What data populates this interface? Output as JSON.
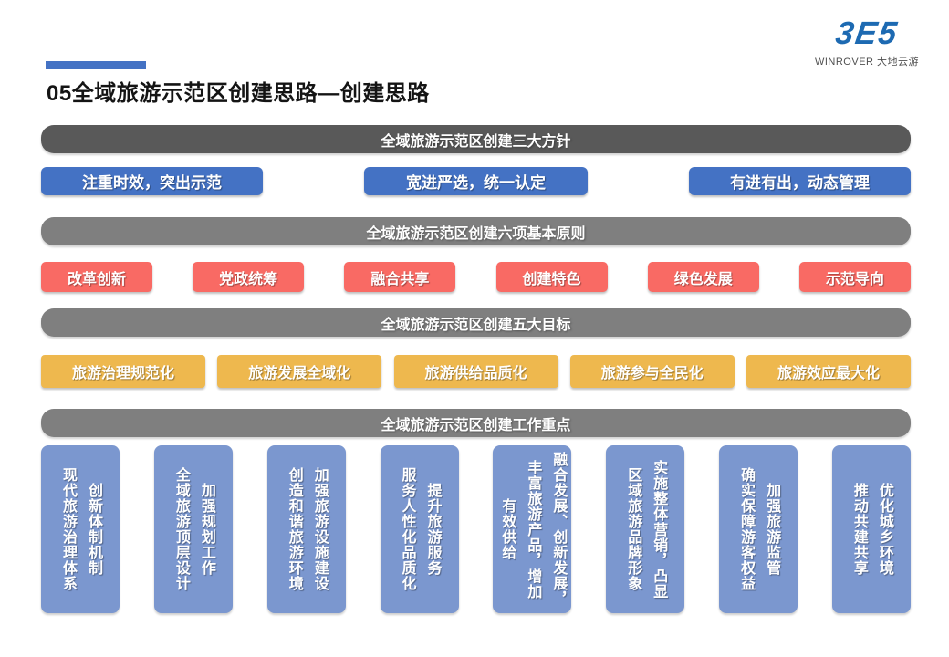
{
  "page": {
    "title": "05全域旅游示范区创建思路—创建思路"
  },
  "logo": {
    "mark": "3E5",
    "name": "WINROVER 大地云游"
  },
  "colors": {
    "accent_blue": "#4472c4",
    "banner_dark_gray": "#595959",
    "banner_gray": "#7f7f7f",
    "button_blue": "#4472c4",
    "button_red": "#f96a64",
    "button_yellow": "#eeb84e",
    "box_blue": "#7b97cf"
  },
  "sections": [
    {
      "banner": "全域旅游示范区创建三大方针",
      "items": [
        "注重时效，突出示范",
        "宽进严选，统一认定",
        "有进有出，动态管理"
      ]
    },
    {
      "banner": "全域旅游示范区创建六项基本原则",
      "items": [
        "改革创新",
        "党政统筹",
        "融合共享",
        "创建特色",
        "绿色发展",
        "示范导向"
      ]
    },
    {
      "banner": "全域旅游示范区创建五大目标",
      "items": [
        "旅游治理规范化",
        "旅游发展全域化",
        "旅游供给品质化",
        "旅游参与全民化",
        "旅游效应最大化"
      ]
    },
    {
      "banner": "全域旅游示范区创建工作重点",
      "items": [
        "创新体制机制\n现代旅游治理体系",
        "加强规划工作\n全域旅游顶层设计",
        "加强旅游设施建设\n创造和谐旅游环境",
        "提升旅游服务\n服务人性化品质化",
        "融合发展、创新发展，\n丰富旅游产品，增加\n有效供给",
        "实施整体营销，凸显\n区域旅游品牌形象",
        "加强旅游监管\n确实保障游客权益",
        "优化城乡环境\n推动共建共享"
      ]
    }
  ]
}
